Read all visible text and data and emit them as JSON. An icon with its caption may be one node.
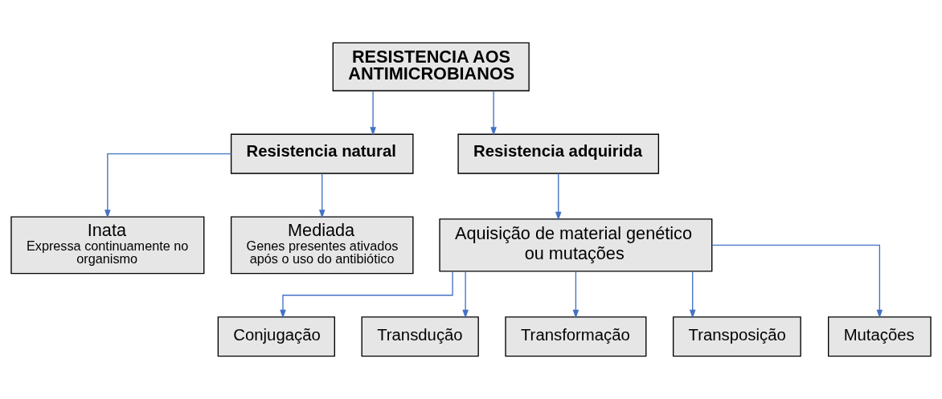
{
  "diagram": {
    "nodes": [
      {
        "text": [
          "RESISTENCIA AOS ANTIMICROBIANOS"
        ]
      },
      {
        "text": [
          "Resistencia natural"
        ]
      },
      {
        "text": [
          "Resistencia adquirida"
        ]
      },
      {
        "text": [
          "Inata",
          "Expressa continuamente no organismo"
        ]
      },
      {
        "text": [
          "Mediada",
          "Genes presentes ativados após o uso do antibiótico"
        ]
      },
      {
        "text": [
          "Aquisição de material genético ou mutações"
        ]
      },
      {
        "text": [
          "Conjugação"
        ]
      },
      {
        "text": [
          "Transdução"
        ]
      },
      {
        "text": [
          "Transformação"
        ]
      },
      {
        "text": [
          "Transposição"
        ]
      },
      {
        "text": [
          "Mutações"
        ]
      }
    ],
    "edges": [
      {
        "from": 0,
        "to": 1,
        "arrow": "to"
      },
      {
        "from": 0,
        "to": 2,
        "arrow": "to"
      },
      {
        "from": 1,
        "to": 3,
        "arrow": "to"
      },
      {
        "from": 1,
        "to": 4,
        "arrow": "to"
      },
      {
        "from": 2,
        "to": 5,
        "arrow": "to"
      },
      {
        "from": 5,
        "to": 6,
        "arrow": "to"
      },
      {
        "from": 5,
        "to": 7,
        "arrow": "to"
      },
      {
        "from": 5,
        "to": 8,
        "arrow": "to"
      },
      {
        "from": 5,
        "to": 9,
        "arrow": "to"
      },
      {
        "from": 5,
        "to": 10,
        "arrow": "to"
      }
    ]
  }
}
